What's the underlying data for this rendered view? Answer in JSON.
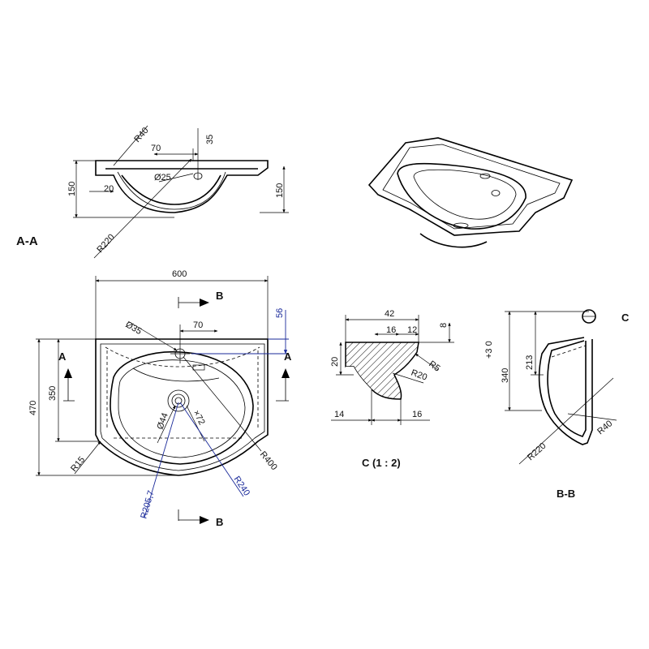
{
  "labels": {
    "view_aa": "A-A",
    "view_bb": "B-B",
    "view_c": "C (1 : 2)",
    "detail_c": "C",
    "cut_a_left": "A",
    "cut_a_right": "A",
    "cut_b_top": "B",
    "cut_b_bottom": "B"
  },
  "dims": {
    "aa": {
      "r40": "R40",
      "d35": "35",
      "d70": "70",
      "d25": "Ø25",
      "d20": "20",
      "h150l": "150",
      "h150r": "150",
      "r220": "R220"
    },
    "plan": {
      "w600": "600",
      "d56": "56",
      "d35": "Ø35",
      "d70": "70",
      "h470": "470",
      "h350": "350",
      "d44": "Ø44",
      "d72": "×72",
      "r400": "R400",
      "r15": "R15",
      "r2057": "R205,7",
      "r240": "R240"
    },
    "c": {
      "d42": "42",
      "d16a": "16",
      "d12": "12",
      "d8": "8",
      "d20": "20",
      "r5": "R5",
      "r20": "R20",
      "d14": "14",
      "d16b": "16"
    },
    "bb": {
      "tol": "+3 0",
      "h340": "340",
      "h213": "213",
      "r40": "R40",
      "r220": "R220"
    }
  },
  "colors": {
    "line": "#000000",
    "blue_dims": "#1a2a9a"
  }
}
